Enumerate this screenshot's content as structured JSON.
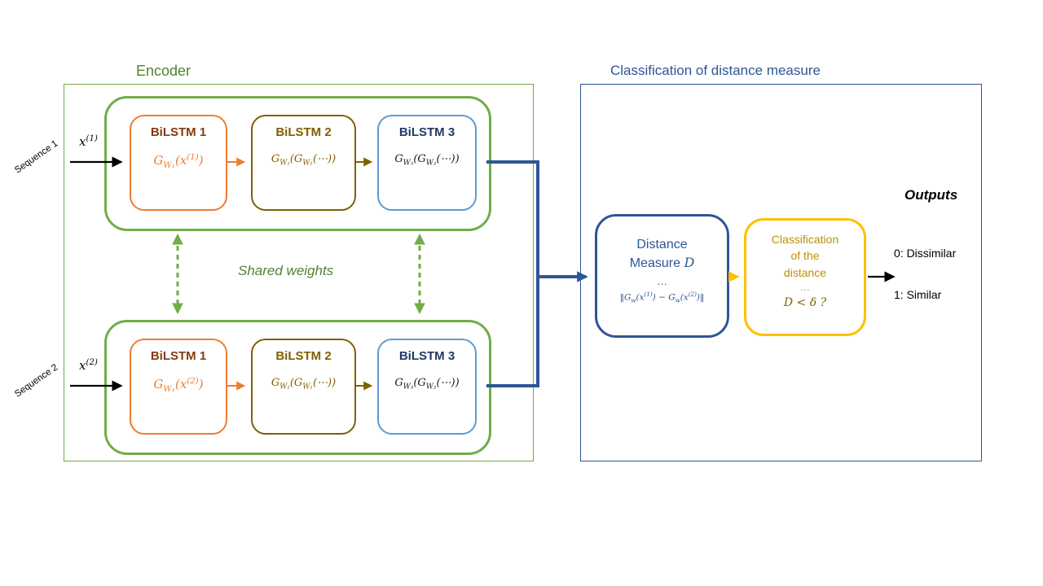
{
  "encoder": {
    "title": "Encoder",
    "shared_weights_label": "Shared weights",
    "branches": [
      {
        "sequence_label": "Sequence 1",
        "input_math": "x^{(1)}",
        "blocks": [
          {
            "title": "BiLSTM 1",
            "formula": "G_{W₁}(x^{(1)})"
          },
          {
            "title": "BiLSTM 2",
            "formula": "G_{W₂}(G_{W₁}(⋯))"
          },
          {
            "title": "BiLSTM 3",
            "formula": "G_{W₃}(G_{W₂}(⋯))"
          }
        ]
      },
      {
        "sequence_label": "Sequence 2",
        "input_math": "x^{(2)}",
        "blocks": [
          {
            "title": "BiLSTM 1",
            "formula": "G_{W₁}(x^{(2)})"
          },
          {
            "title": "BiLSTM 2",
            "formula": "G_{W₂}(G_{W₁}(⋯))"
          },
          {
            "title": "BiLSTM 3",
            "formula": "G_{W₃}(G_{W₂}(⋯))"
          }
        ]
      }
    ]
  },
  "classification": {
    "title": "Classification of distance measure",
    "distance_box": {
      "line1": "Distance",
      "measure_word": "Measure",
      "d_symbol": "D",
      "ellipsis": "…",
      "formula": "‖G_{w}(x^{(1)}) − G_{w}(x^{(2)})‖"
    },
    "decision_box": {
      "line1": "Classification",
      "line2": "of the",
      "line3": "distance",
      "ellipsis": "…",
      "condition": "D < δ ?"
    },
    "outputs": {
      "title": "Outputs",
      "dissimilar": "0: Dissimilar",
      "similar": "1: Similar"
    }
  },
  "colors": {
    "green": "#70AD47",
    "dark_green_text": "#538135",
    "orange": "#ED7D31",
    "dark_orange_text": "#843C0C",
    "olive": "#7F6000",
    "blue": "#2E5597",
    "light_blue": "#5B9BD5",
    "navy_text": "#1F3864",
    "gold": "#FFC000",
    "gold_text": "#BF8F00"
  }
}
